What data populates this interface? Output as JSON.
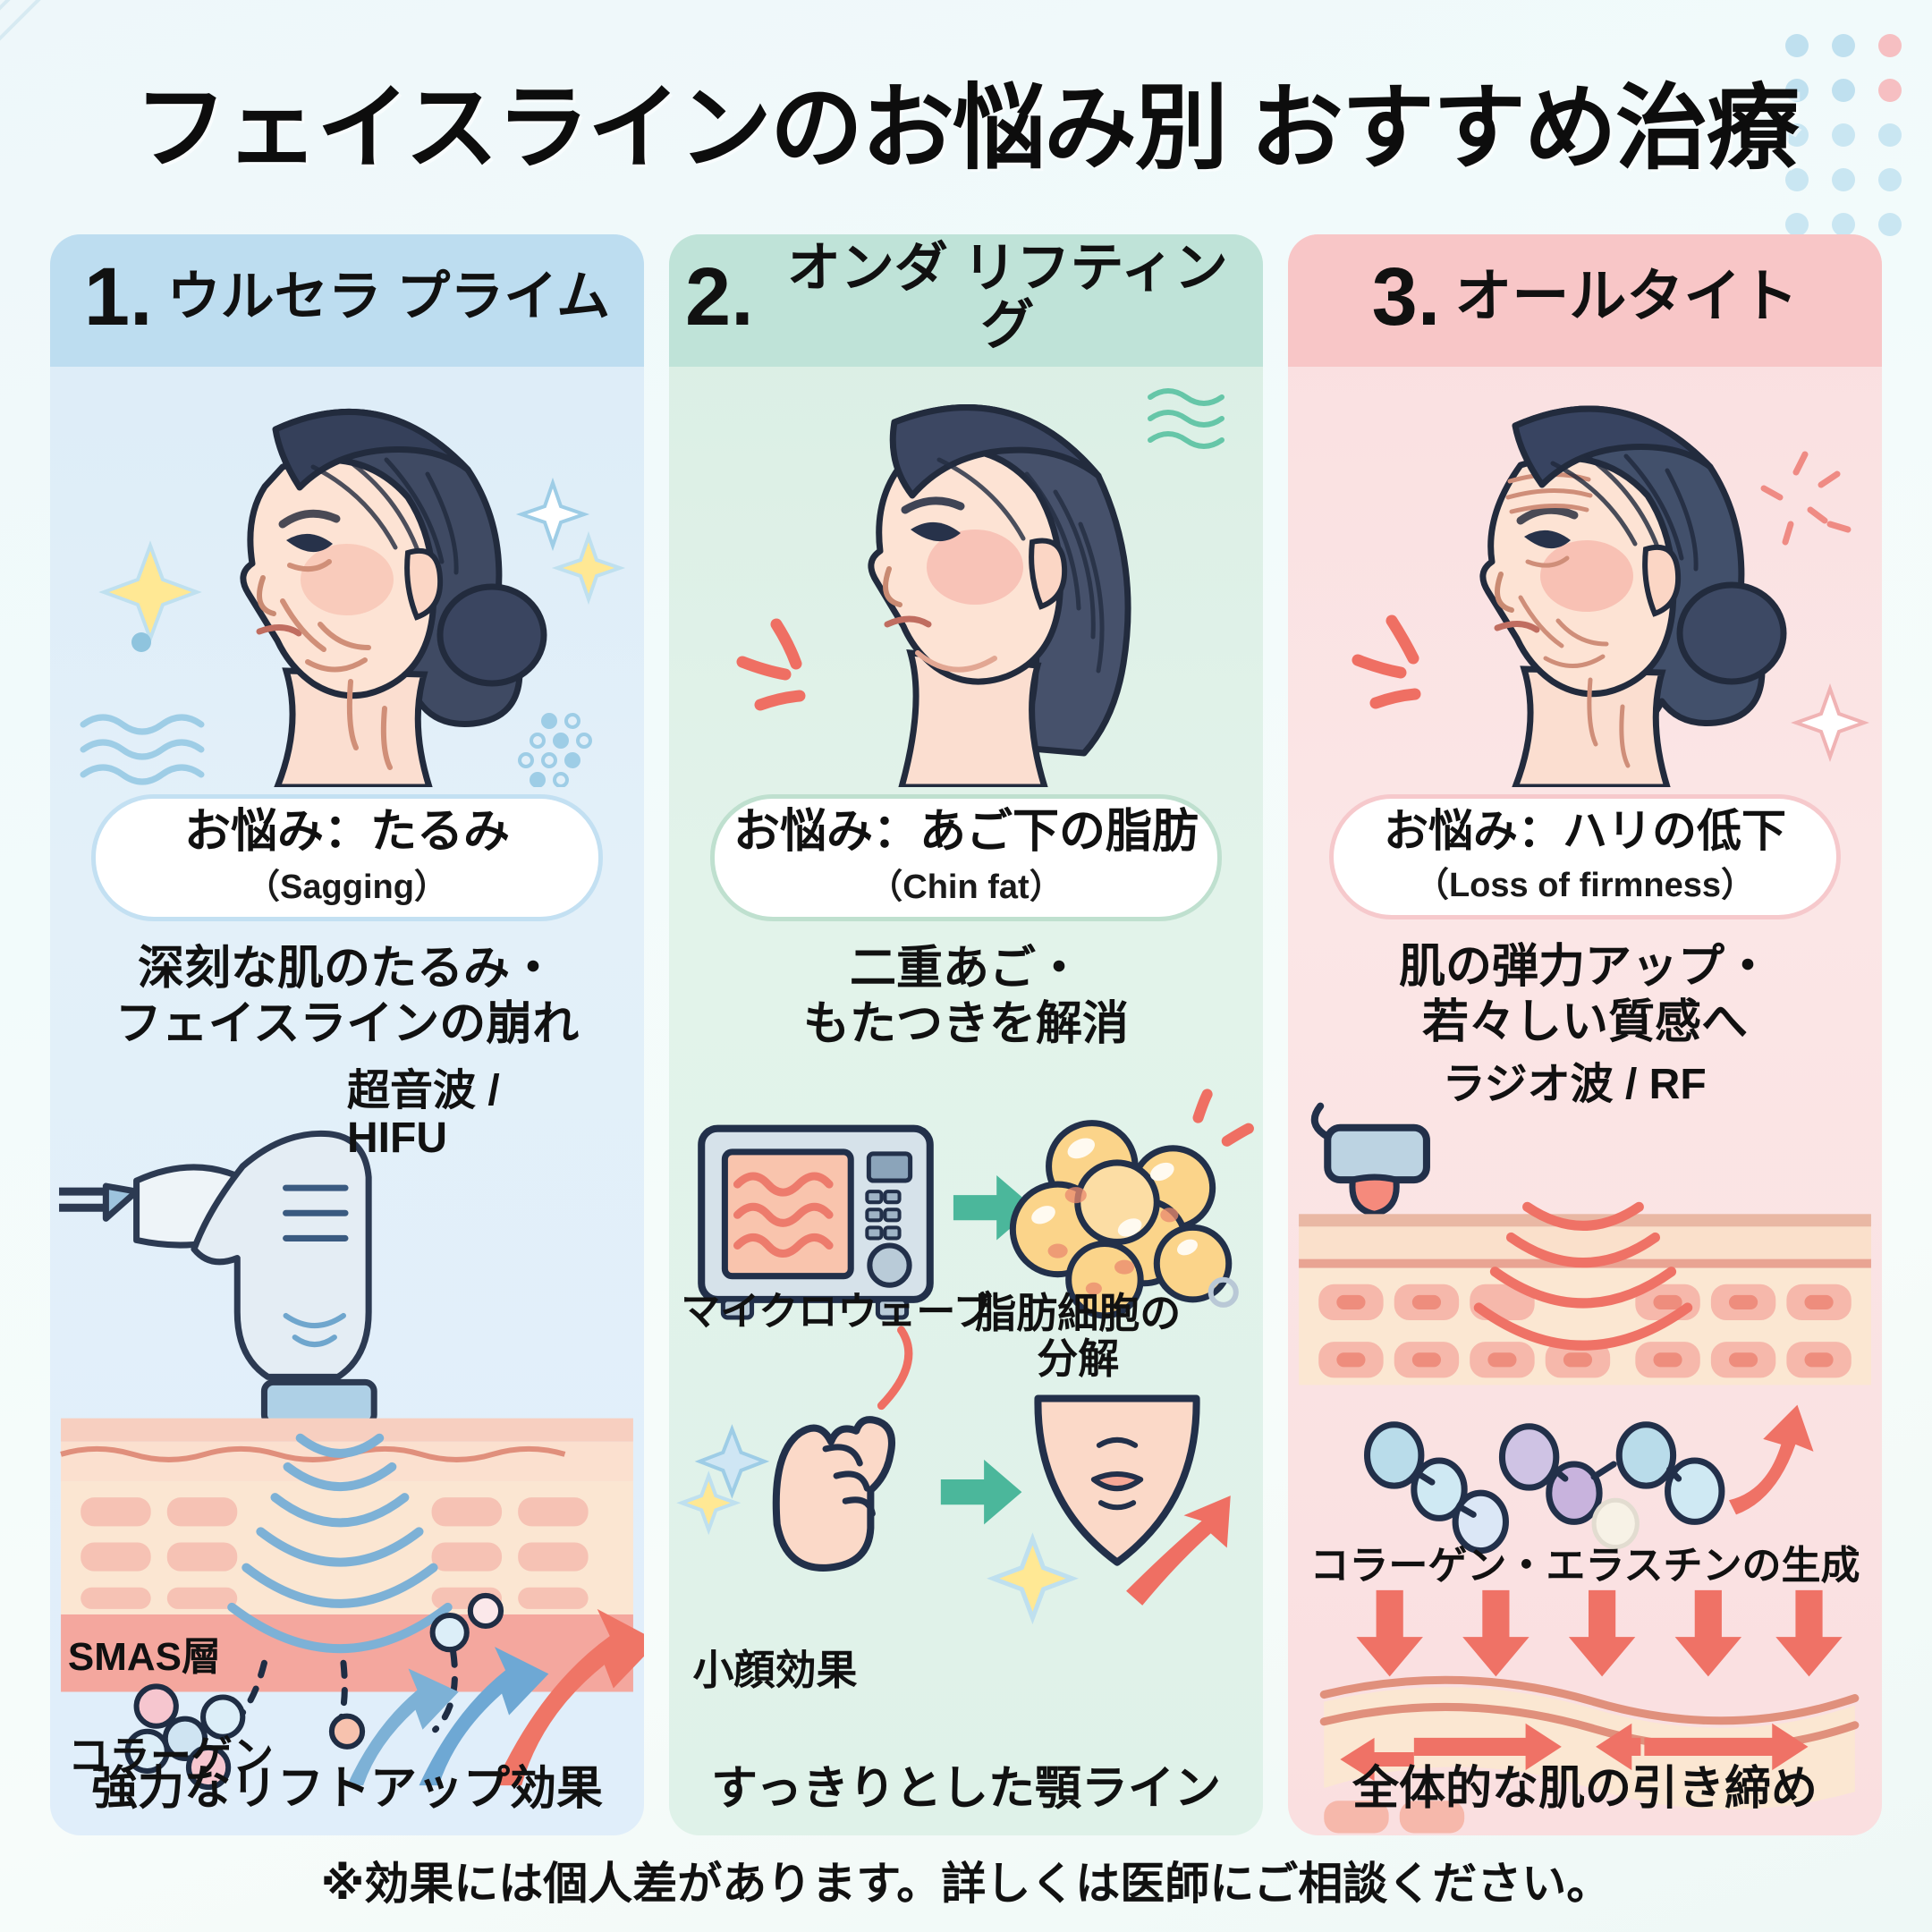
{
  "title": "フェイスラインのお悩み別 おすすめ治療",
  "footer": "※効果には個人差があります。詳しくは医師にご相談ください。",
  "columns": [
    {
      "number": "1.",
      "name": "ウルセラ\nプライム",
      "concern_ja": "お悩み：たるみ",
      "concern_en": "（Sagging）",
      "subhead": "深刻な肌のたるみ・\nフェイスラインの崩れ",
      "device_label": "超音波 /\nHIFU",
      "layer_label": "SMAS層",
      "molecule_label": "コラーゲン",
      "result": "強力なリフトアップ効果",
      "accent": "#7fb4d8",
      "head_bg": "#bdddf0",
      "pill_border": "#c3e0f2"
    },
    {
      "number": "2.",
      "name": "オンダ\nリフティング",
      "concern_ja": "お悩み：あご下の脂肪",
      "concern_en": "（Chin fat）",
      "subhead": "二重あご・\nもたつきを解消",
      "device_label": "マイクロウェーブ",
      "effect_label": "脂肪細胞の\n分解",
      "second_label": "小顔効果",
      "result": "すっきりとした顎ライン",
      "accent": "#4bb79b",
      "head_bg": "#bfe3d8",
      "pill_border": "#bfe0cf"
    },
    {
      "number": "3.",
      "name": "オールタイト",
      "concern_ja": "お悩み：ハリの低下",
      "concern_en": "（Loss of firmness）",
      "subhead": "肌の弾力アップ・\n若々しい質感へ",
      "device_label": "ラジオ波 / RF",
      "collagen_label": "コラーゲン・エラスチンの生成",
      "result": "全体的な肌の引き締め",
      "accent": "#e8736e",
      "head_bg": "#f8c6c7",
      "pill_border": "#f6c9cc"
    }
  ],
  "decor": {
    "dot_grid_rows": 5,
    "dot_grid_cols": 3,
    "dot_color": "#bfe0ef",
    "dot_accent_color": "#f6bfc2"
  }
}
